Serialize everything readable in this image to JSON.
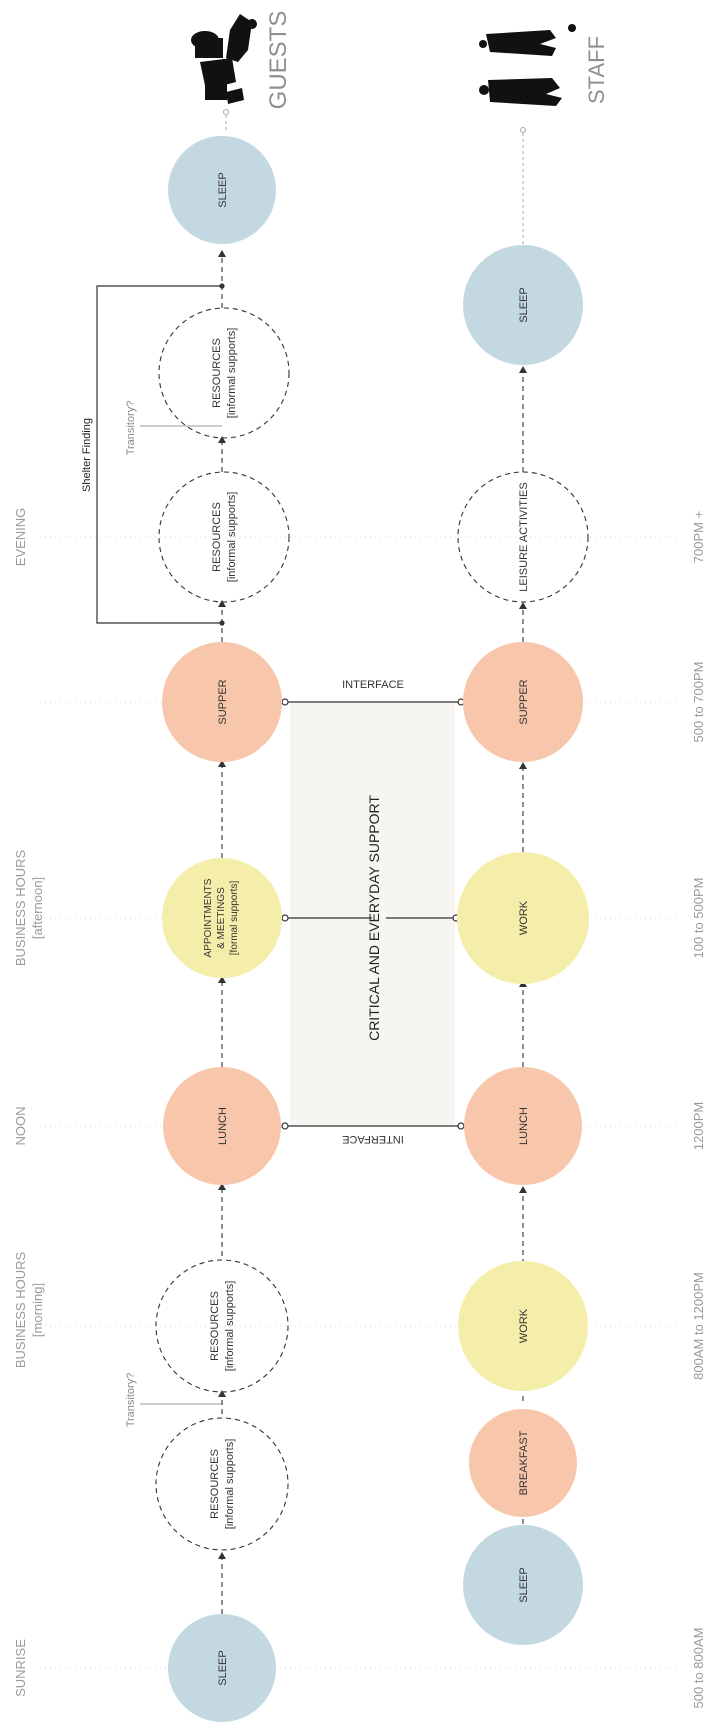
{
  "colors": {
    "sleep": "#c3d8e1",
    "meal": "#f8c7ab",
    "work": "#f5eeaa",
    "support_box": "#f6f5f2",
    "ink": "#333333",
    "muted": "#9a9a9a",
    "grid": "#d9d9d9"
  },
  "headers": {
    "guests": "GUESTS",
    "staff": "STAFF"
  },
  "time_periods": {
    "sunrise": "SUNRISE",
    "business_morning": "BUSINESS HOURS",
    "business_morning_sub": "[morning]",
    "noon": "NOON",
    "business_afternoon": "BUSINESS HOURS",
    "business_afternoon_sub": "[afternoon]",
    "evening": "EVENING"
  },
  "time_ranges": {
    "t1": "500 to 800AM",
    "t2": "800AM to 1200PM",
    "t3": "1200PM",
    "t4": "100 to 500PM",
    "t5": "500 to 700PM",
    "t6": "700PM +"
  },
  "guests_nodes": {
    "sleep_morning": "SLEEP",
    "resources_1": "RESOURCES",
    "resources_1_sub": "[informal supports]",
    "resources_2": "RESOURCES",
    "resources_2_sub": "[informal supports]",
    "lunch": "LUNCH",
    "appointments": "APPOINTMENTS",
    "appointments_2": "& MEETINGS",
    "appointments_sub": "[formal supports]",
    "supper": "SUPPER",
    "resources_3": "RESOURCES",
    "resources_3_sub": "[informal supports]",
    "resources_4": "RESOURCES",
    "resources_4_sub": "[informal supports]",
    "sleep_night": "SLEEP"
  },
  "staff_nodes": {
    "sleep_morning": "SLEEP",
    "breakfast": "BREAKFAST",
    "work_morning": "WORK",
    "lunch": "LUNCH",
    "work_afternoon": "WORK",
    "supper": "SUPPER",
    "leisure": "LEISURE ACTIVITIES",
    "sleep_night": "SLEEP"
  },
  "annotations": {
    "transitory_1": "Transitory?",
    "transitory_2": "Transitory?",
    "shelter_finding": "Shelter Finding",
    "interface_top": "INTERFACE",
    "interface_bottom": "INTERFACE",
    "critical_support": "CRITICAL AND EVERYDAY SUPPORT"
  }
}
